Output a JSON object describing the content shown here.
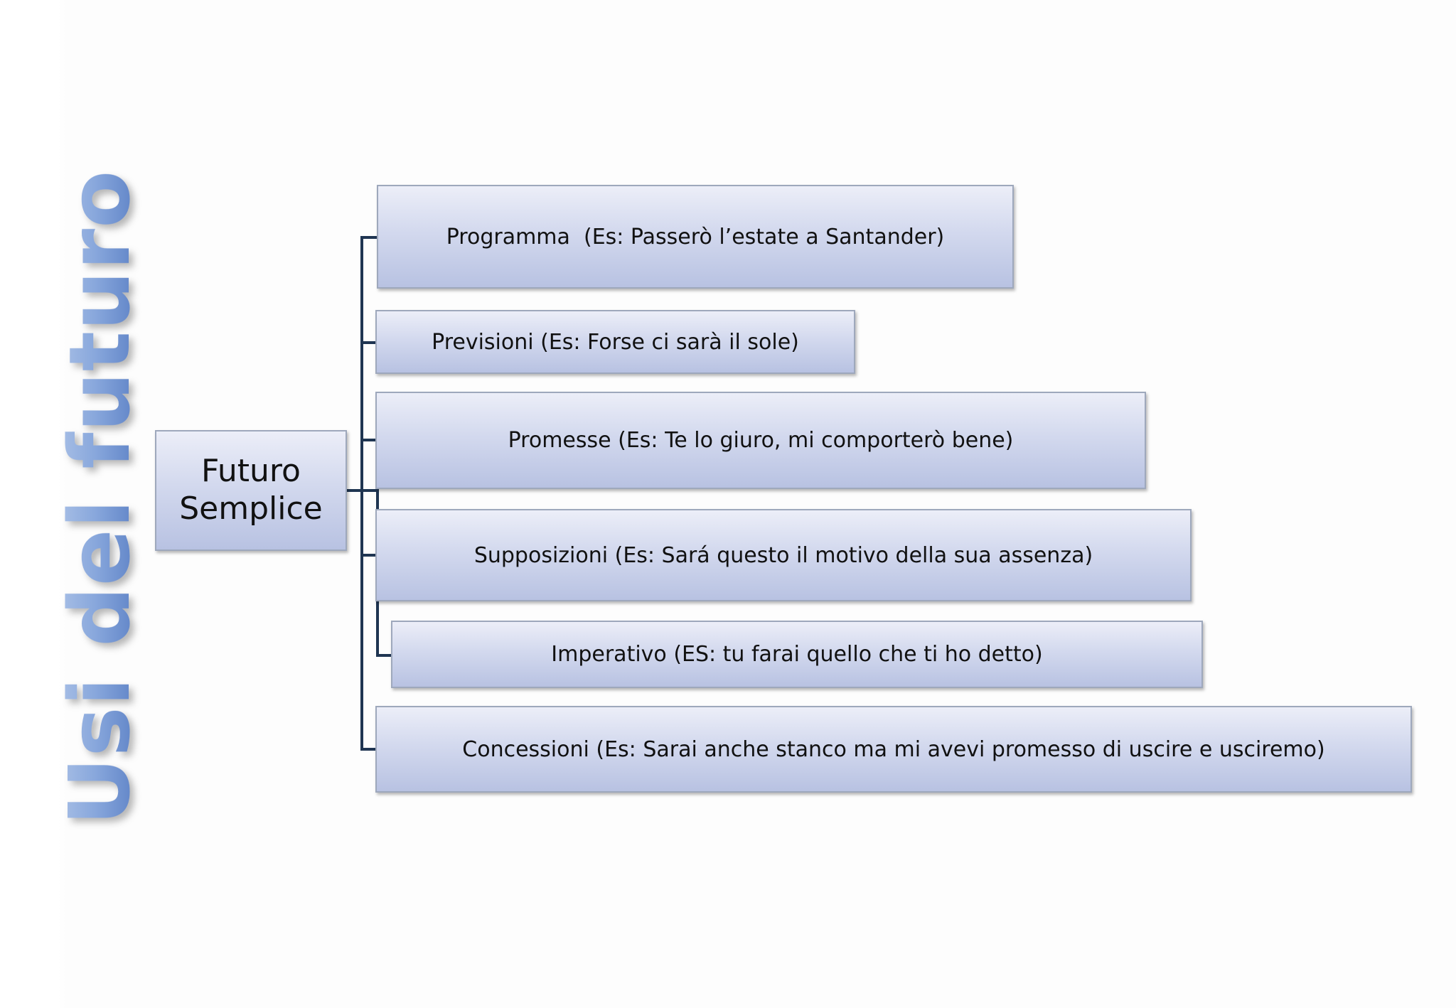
{
  "title": "Usi del futuro",
  "root": {
    "label": "Futuro Semplice"
  },
  "children": [
    {
      "label": "Programma  (Es: Passerò l’estate a Santander)"
    },
    {
      "label": "Previsioni (Es: Forse ci sarà il sole)"
    },
    {
      "label": "Promesse (Es: Te lo giuro, mi comporterò bene)"
    },
    {
      "label": "Supposizioni (Es: Sará questo il motivo della sua assenza)"
    },
    {
      "label": "Imperativo (ES: tu farai quello che ti ho detto)"
    },
    {
      "label": "Concessioni (Es: Sarai anche stanco ma mi avevi promesso di uscire e usciremo)"
    }
  ],
  "colors": {
    "connector": "#1f3552",
    "title": "#7f9fd6",
    "box_top": "#eceef8",
    "box_bottom": "#b8c2e2"
  }
}
